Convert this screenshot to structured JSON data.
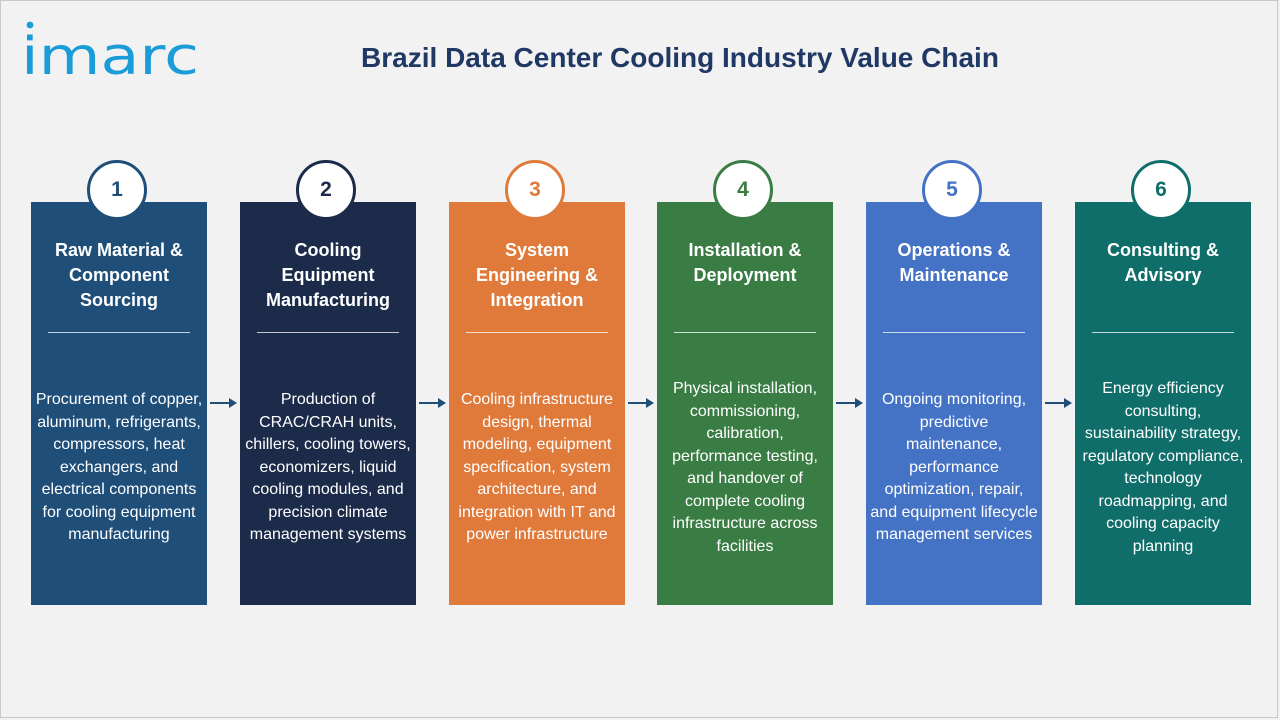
{
  "logo": {
    "text": "imarc",
    "color": "#1a9cd8"
  },
  "title": "Brazil Data Center Cooling Industry Value Chain",
  "stages": [
    {
      "number": "1",
      "title": "Raw Material & Component Sourcing",
      "description": "Procurement of copper, aluminum, refrigerants, compressors, heat exchangers, and electrical components for cooling equipment manufacturing",
      "color": "#1f4e79"
    },
    {
      "number": "2",
      "title": "Cooling Equipment Manufacturing",
      "description": "Production of CRAC/CRAH units, chillers, cooling towers, economizers, liquid cooling modules, and precision climate management systems",
      "color": "#1c2b4a"
    },
    {
      "number": "3",
      "title": "System Engineering & Integration",
      "description": "Cooling infrastructure design, thermal modeling, equipment specification, system architecture, and integration with IT and power infrastructure",
      "color": "#e07a3a"
    },
    {
      "number": "4",
      "title": "Installation & Deployment",
      "description": "Physical installation, commissioning, calibration, performance testing, and handover of complete cooling infrastructure across facilities",
      "color": "#3a7d44"
    },
    {
      "number": "5",
      "title": "Operations & Maintenance",
      "description": "Ongoing monitoring, predictive maintenance, performance optimization, repair, and equipment lifecycle management services",
      "color": "#4472c4"
    },
    {
      "number": "6",
      "title": "Consulting & Advisory",
      "description": "Energy efficiency consulting, sustainability strategy, regulatory compliance, technology roadmapping, and cooling capacity planning",
      "color": "#0f6e6a"
    }
  ],
  "arrow_color": "#1f4e79"
}
